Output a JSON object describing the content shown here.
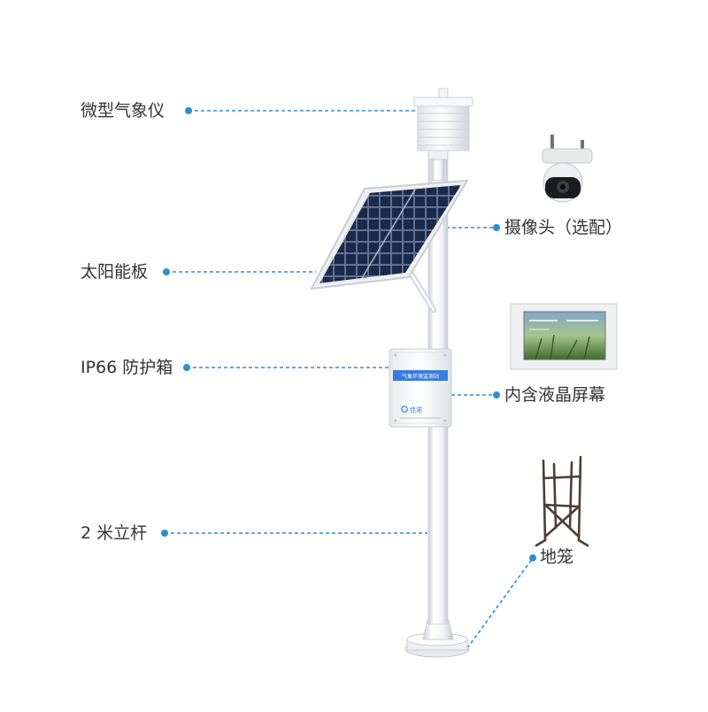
{
  "colors": {
    "leader_line": "#2b8fd6",
    "label_text": "#333333",
    "pole": "#f2f4f6",
    "pole_shade": "#d4d9de",
    "solar_cell": "#1f2d4d",
    "box_accent": "#3a7be0"
  },
  "labels": {
    "weather_sensor": "微型气象仪",
    "solar_panel": "太阳能板",
    "enclosure": "IP66 防护箱",
    "pole": "2 米立杆",
    "camera": "摄像头（选配）",
    "lcd": "内含液晶屏幕",
    "ground_cage": "地笼"
  },
  "enclosure_box": {
    "title": "气象环境监测站",
    "brand": "佳诺"
  },
  "icons": {
    "camera": "ptz-camera-icon",
    "lcd": "lcd-screen-icon",
    "cage": "ground-cage-icon"
  }
}
